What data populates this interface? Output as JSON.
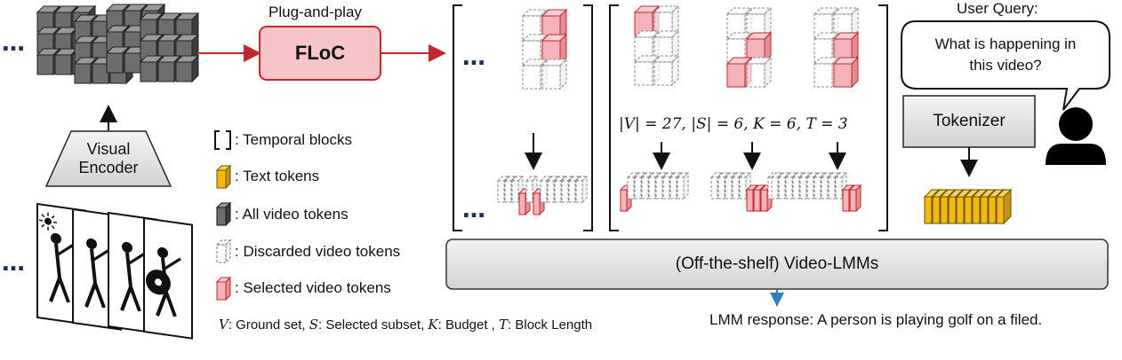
{
  "ellipsis": "…",
  "plug_and_play": "Plug-and-play",
  "floc": "FLoC",
  "visual_encoder": [
    "Visual",
    "Encoder"
  ],
  "legend": {
    "temporal_blocks": ": Temporal blocks",
    "text_tokens": ": Text tokens",
    "all_video_tokens": ": All video tokens",
    "discarded_video_tokens": ": Discarded video tokens",
    "selected_video_tokens": ": Selected video tokens"
  },
  "set_definitions": {
    "v": "V",
    "v_text": ": Ground set, ",
    "s": "S",
    "s_text": ": Selected subset, ",
    "k": "K",
    "k_text": ": Budget , ",
    "t": "T",
    "t_text": ": Block Length"
  },
  "example_params": "|V| = 27,  |S| = 6,  K = 6,  T = 3",
  "user_query_title": "User Query:",
  "query_bubble": [
    "What is happening in",
    "this video?"
  ],
  "tokenizer": "Tokenizer",
  "video_lmm": "(Off-the-shelf) Video-LMMs",
  "lmm_response": "LMM response: A person is playing golf on a filed.",
  "colors": {
    "floc_red": "#c0282d",
    "selected_pink": "#f4b3b8",
    "text_token_yellow": "#f2b90f",
    "video_token_gray": "#6d6d6d",
    "response_arrow_blue": "#2f7fc1"
  }
}
